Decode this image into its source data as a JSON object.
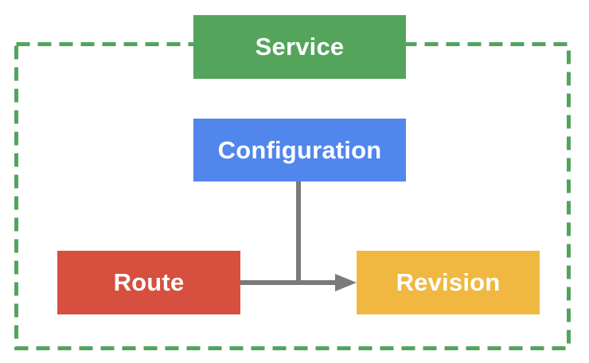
{
  "colors": {
    "service": "#54A45C",
    "configuration": "#5186EC",
    "route": "#D7503F",
    "revision": "#F0B841",
    "boundary": "#52A45C",
    "connector": "#7A7A7A",
    "label": "#FFFFFF",
    "background": "#FFFFFF"
  },
  "nodes": {
    "service": {
      "label": "Service"
    },
    "configuration": {
      "label": "Configuration"
    },
    "route": {
      "label": "Route"
    },
    "revision": {
      "label": "Revision"
    }
  },
  "edges": [
    {
      "from": "Configuration",
      "to": "Revision",
      "connector": "elbow-line",
      "arrow": false
    },
    {
      "from": "Route",
      "to": "Revision",
      "connector": "straight-line",
      "arrow": true
    }
  ],
  "boundary": {
    "style": "dashed",
    "encloses": [
      "Configuration",
      "Route",
      "Revision"
    ],
    "straddled_by": "Service"
  }
}
